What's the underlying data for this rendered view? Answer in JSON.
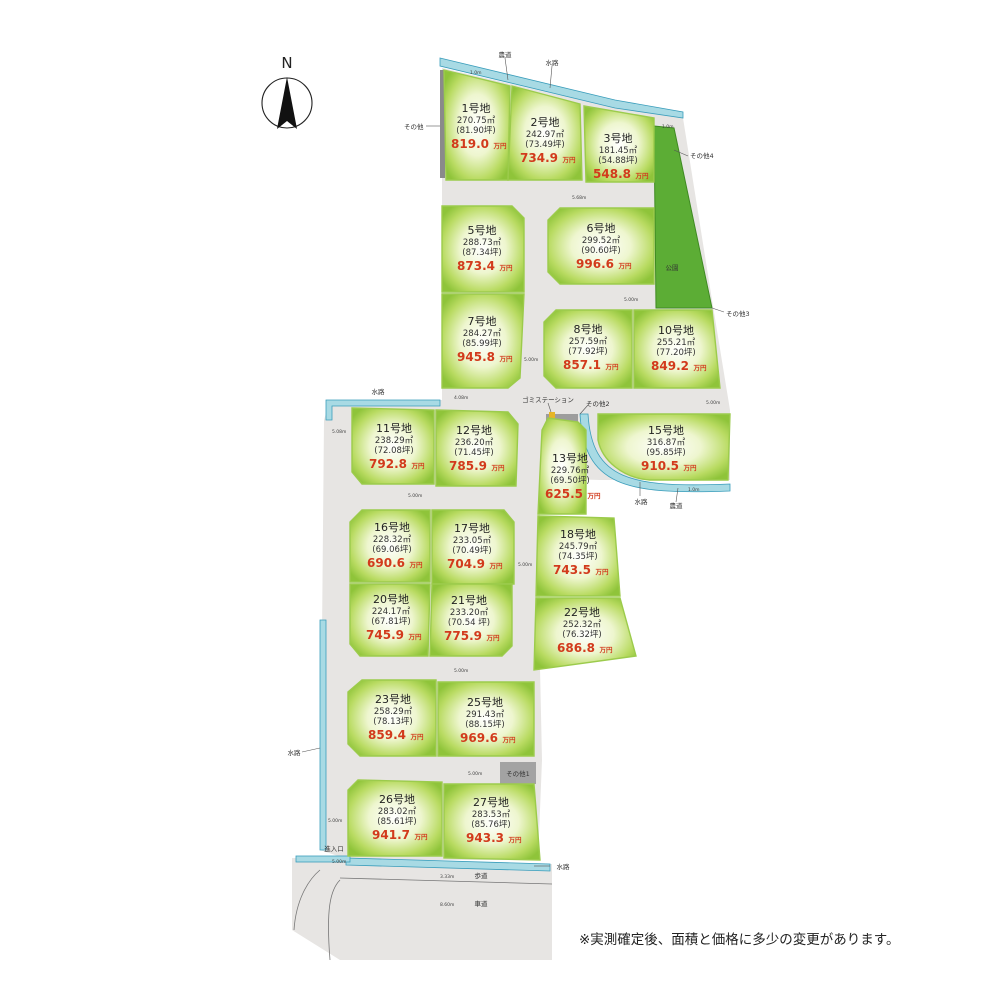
{
  "compass_label": "N",
  "note": "※実測確定後、面積と価格に多少の変更があります。",
  "price_unit": "万円",
  "lots": [
    {
      "id": "1",
      "name": "1号地",
      "area": "270.75㎡",
      "tsubo": "(81.90坪)",
      "price": "819.0"
    },
    {
      "id": "2",
      "name": "2号地",
      "area": "242.97㎡",
      "tsubo": "(73.49坪)",
      "price": "734.9"
    },
    {
      "id": "3",
      "name": "3号地",
      "area": "181.45㎡",
      "tsubo": "(54.88坪)",
      "price": "548.8"
    },
    {
      "id": "5",
      "name": "5号地",
      "area": "288.73㎡",
      "tsubo": "(87.34坪)",
      "price": "873.4"
    },
    {
      "id": "6",
      "name": "6号地",
      "area": "299.52㎡",
      "tsubo": "(90.60坪)",
      "price": "996.6"
    },
    {
      "id": "7",
      "name": "7号地",
      "area": "284.27㎡",
      "tsubo": "(85.99坪)",
      "price": "945.8"
    },
    {
      "id": "8",
      "name": "8号地",
      "area": "257.59㎡",
      "tsubo": "(77.92坪)",
      "price": "857.1"
    },
    {
      "id": "10",
      "name": "10号地",
      "area": "255.21㎡",
      "tsubo": "(77.20坪)",
      "price": "849.2"
    },
    {
      "id": "11",
      "name": "11号地",
      "area": "238.29㎡",
      "tsubo": "(72.08坪)",
      "price": "792.8"
    },
    {
      "id": "12",
      "name": "12号地",
      "area": "236.20㎡",
      "tsubo": "(71.45坪)",
      "price": "785.9"
    },
    {
      "id": "13",
      "name": "13号地",
      "area": "229.76㎡",
      "tsubo": "(69.50坪)",
      "price": "625.5"
    },
    {
      "id": "15",
      "name": "15号地",
      "area": "316.87㎡",
      "tsubo": "(95.85坪)",
      "price": "910.5"
    },
    {
      "id": "16",
      "name": "16号地",
      "area": "228.32㎡",
      "tsubo": "(69.06坪)",
      "price": "690.6"
    },
    {
      "id": "17",
      "name": "17号地",
      "area": "233.05㎡",
      "tsubo": "(70.49坪)",
      "price": "704.9"
    },
    {
      "id": "18",
      "name": "18号地",
      "area": "245.79㎡",
      "tsubo": "(74.35坪)",
      "price": "743.5"
    },
    {
      "id": "20",
      "name": "20号地",
      "area": "224.17㎡",
      "tsubo": "(67.81坪)",
      "price": "745.9"
    },
    {
      "id": "21",
      "name": "21号地",
      "area": "233.20㎡",
      "tsubo": "(70.54 坪)",
      "price": "775.9"
    },
    {
      "id": "22",
      "name": "22号地",
      "area": "252.32㎡",
      "tsubo": "(76.32坪)",
      "price": "686.8"
    },
    {
      "id": "23",
      "name": "23号地",
      "area": "258.29㎡",
      "tsubo": "(78.13坪)",
      "price": "859.4"
    },
    {
      "id": "25",
      "name": "25号地",
      "area": "291.43㎡",
      "tsubo": "(88.15坪)",
      "price": "969.6"
    },
    {
      "id": "26",
      "name": "26号地",
      "area": "283.02㎡",
      "tsubo": "(85.61坪)",
      "price": "941.7"
    },
    {
      "id": "27",
      "name": "27号地",
      "area": "283.53㎡",
      "tsubo": "(85.76坪)",
      "price": "943.3"
    }
  ],
  "labels": {
    "road_top": "農道",
    "water_top": "水路",
    "other_left": "その他",
    "other4": "その他4",
    "park": "公園",
    "other3": "その他3",
    "water_mid": "水路",
    "garbage": "ゴミステーション",
    "other2": "その他2",
    "water_right": "水路",
    "road_right": "農道",
    "other1": "その他1",
    "water_left": "水路",
    "entrance": "進入口",
    "water_bottom": "水路",
    "sidewalk": "歩道",
    "roadway": "車道"
  },
  "dims": {
    "top": "1.0m",
    "right_top": "1.0m",
    "d1": "5.68m",
    "d2": "5.00m",
    "d3": "5.00m",
    "d4": "4.08m",
    "d5": "5.00m",
    "d6": "5.08m",
    "d7": "5.00m",
    "d8": "5.00m",
    "d9": "5.00m",
    "d10": "5.00m",
    "d11": "5.00m",
    "d12": "1.0m",
    "d13": "5.00m",
    "d14": "3.33m",
    "d15": "8.60m"
  }
}
